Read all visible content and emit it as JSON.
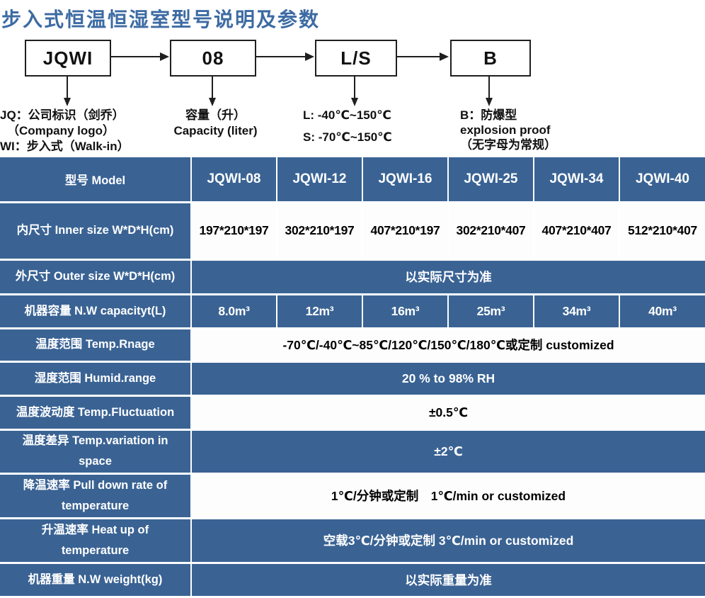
{
  "title": "步入式恒温恒湿室型号说明及参数",
  "colors": {
    "table_blue": "#3a6394",
    "title_blue": "#3d6ba3"
  },
  "diagram": {
    "box_jqwi": "JQWI",
    "box_capacity": "08",
    "box_ls": "L/S",
    "box_b": "B",
    "note_jqwi_line1": "JQ：公司标识（剑乔）",
    "note_jqwi_line2": "（Company logo）",
    "note_jqwi_line3": "WI：步入式（Walk-in）",
    "note_capacity_line1": "容量（升）",
    "note_capacity_line2": "Capacity (liter)",
    "note_ls_line1": "L: -40℃~150℃",
    "note_ls_line2": "S: -70℃~150℃",
    "note_b_line1": "B：防爆型",
    "note_b_line2": "explosion proof",
    "note_b_line3": "（无字母为常规）"
  },
  "table": {
    "header_label": "型号 Model",
    "models": [
      "JQWI-08",
      "JQWI-12",
      "JQWI-16",
      "JQWI-25",
      "JQWI-34",
      "JQWI-40"
    ],
    "inner_size": {
      "label": "内尺寸 Inner size W*D*H(cm)",
      "values": [
        "197*210*197",
        "302*210*197",
        "407*210*197",
        "302*210*407",
        "407*210*407",
        "512*210*407"
      ]
    },
    "outer_size": {
      "label": "外尺寸 Outer size W*D*H(cm)",
      "value": "以实际尺寸为准"
    },
    "capacity": {
      "label": "机器容量 N.W capacityt(L)",
      "values": [
        "8.0m³",
        "12m³",
        "16m³",
        "25m³",
        "34m³",
        "40m³"
      ]
    },
    "temp_range": {
      "label": "温度范围 Temp.Rnage",
      "value": "-70℃/-40℃~85℃/120℃/150℃/180℃或定制 customized"
    },
    "humid_range": {
      "label": "湿度范围 Humid.range",
      "value": "20 % to 98% RH"
    },
    "temp_fluctuation": {
      "label": "温度波动度 Temp.Fluctuation",
      "value": "±0.5℃"
    },
    "temp_variation": {
      "label": "温度差异 Temp.variation in space",
      "value": "±2℃"
    },
    "pull_down": {
      "label": "降温速率 Pull down rate of temperature",
      "value": "1℃/分钟或定制　1℃/min or customized"
    },
    "heat_up": {
      "label": "升温速率 Heat up of temperature",
      "value": "空载3℃/分钟或定制 3℃/min or customized"
    },
    "weight": {
      "label": "机器重量 N.W weight(kg)",
      "value": "以实际重量为准"
    }
  }
}
